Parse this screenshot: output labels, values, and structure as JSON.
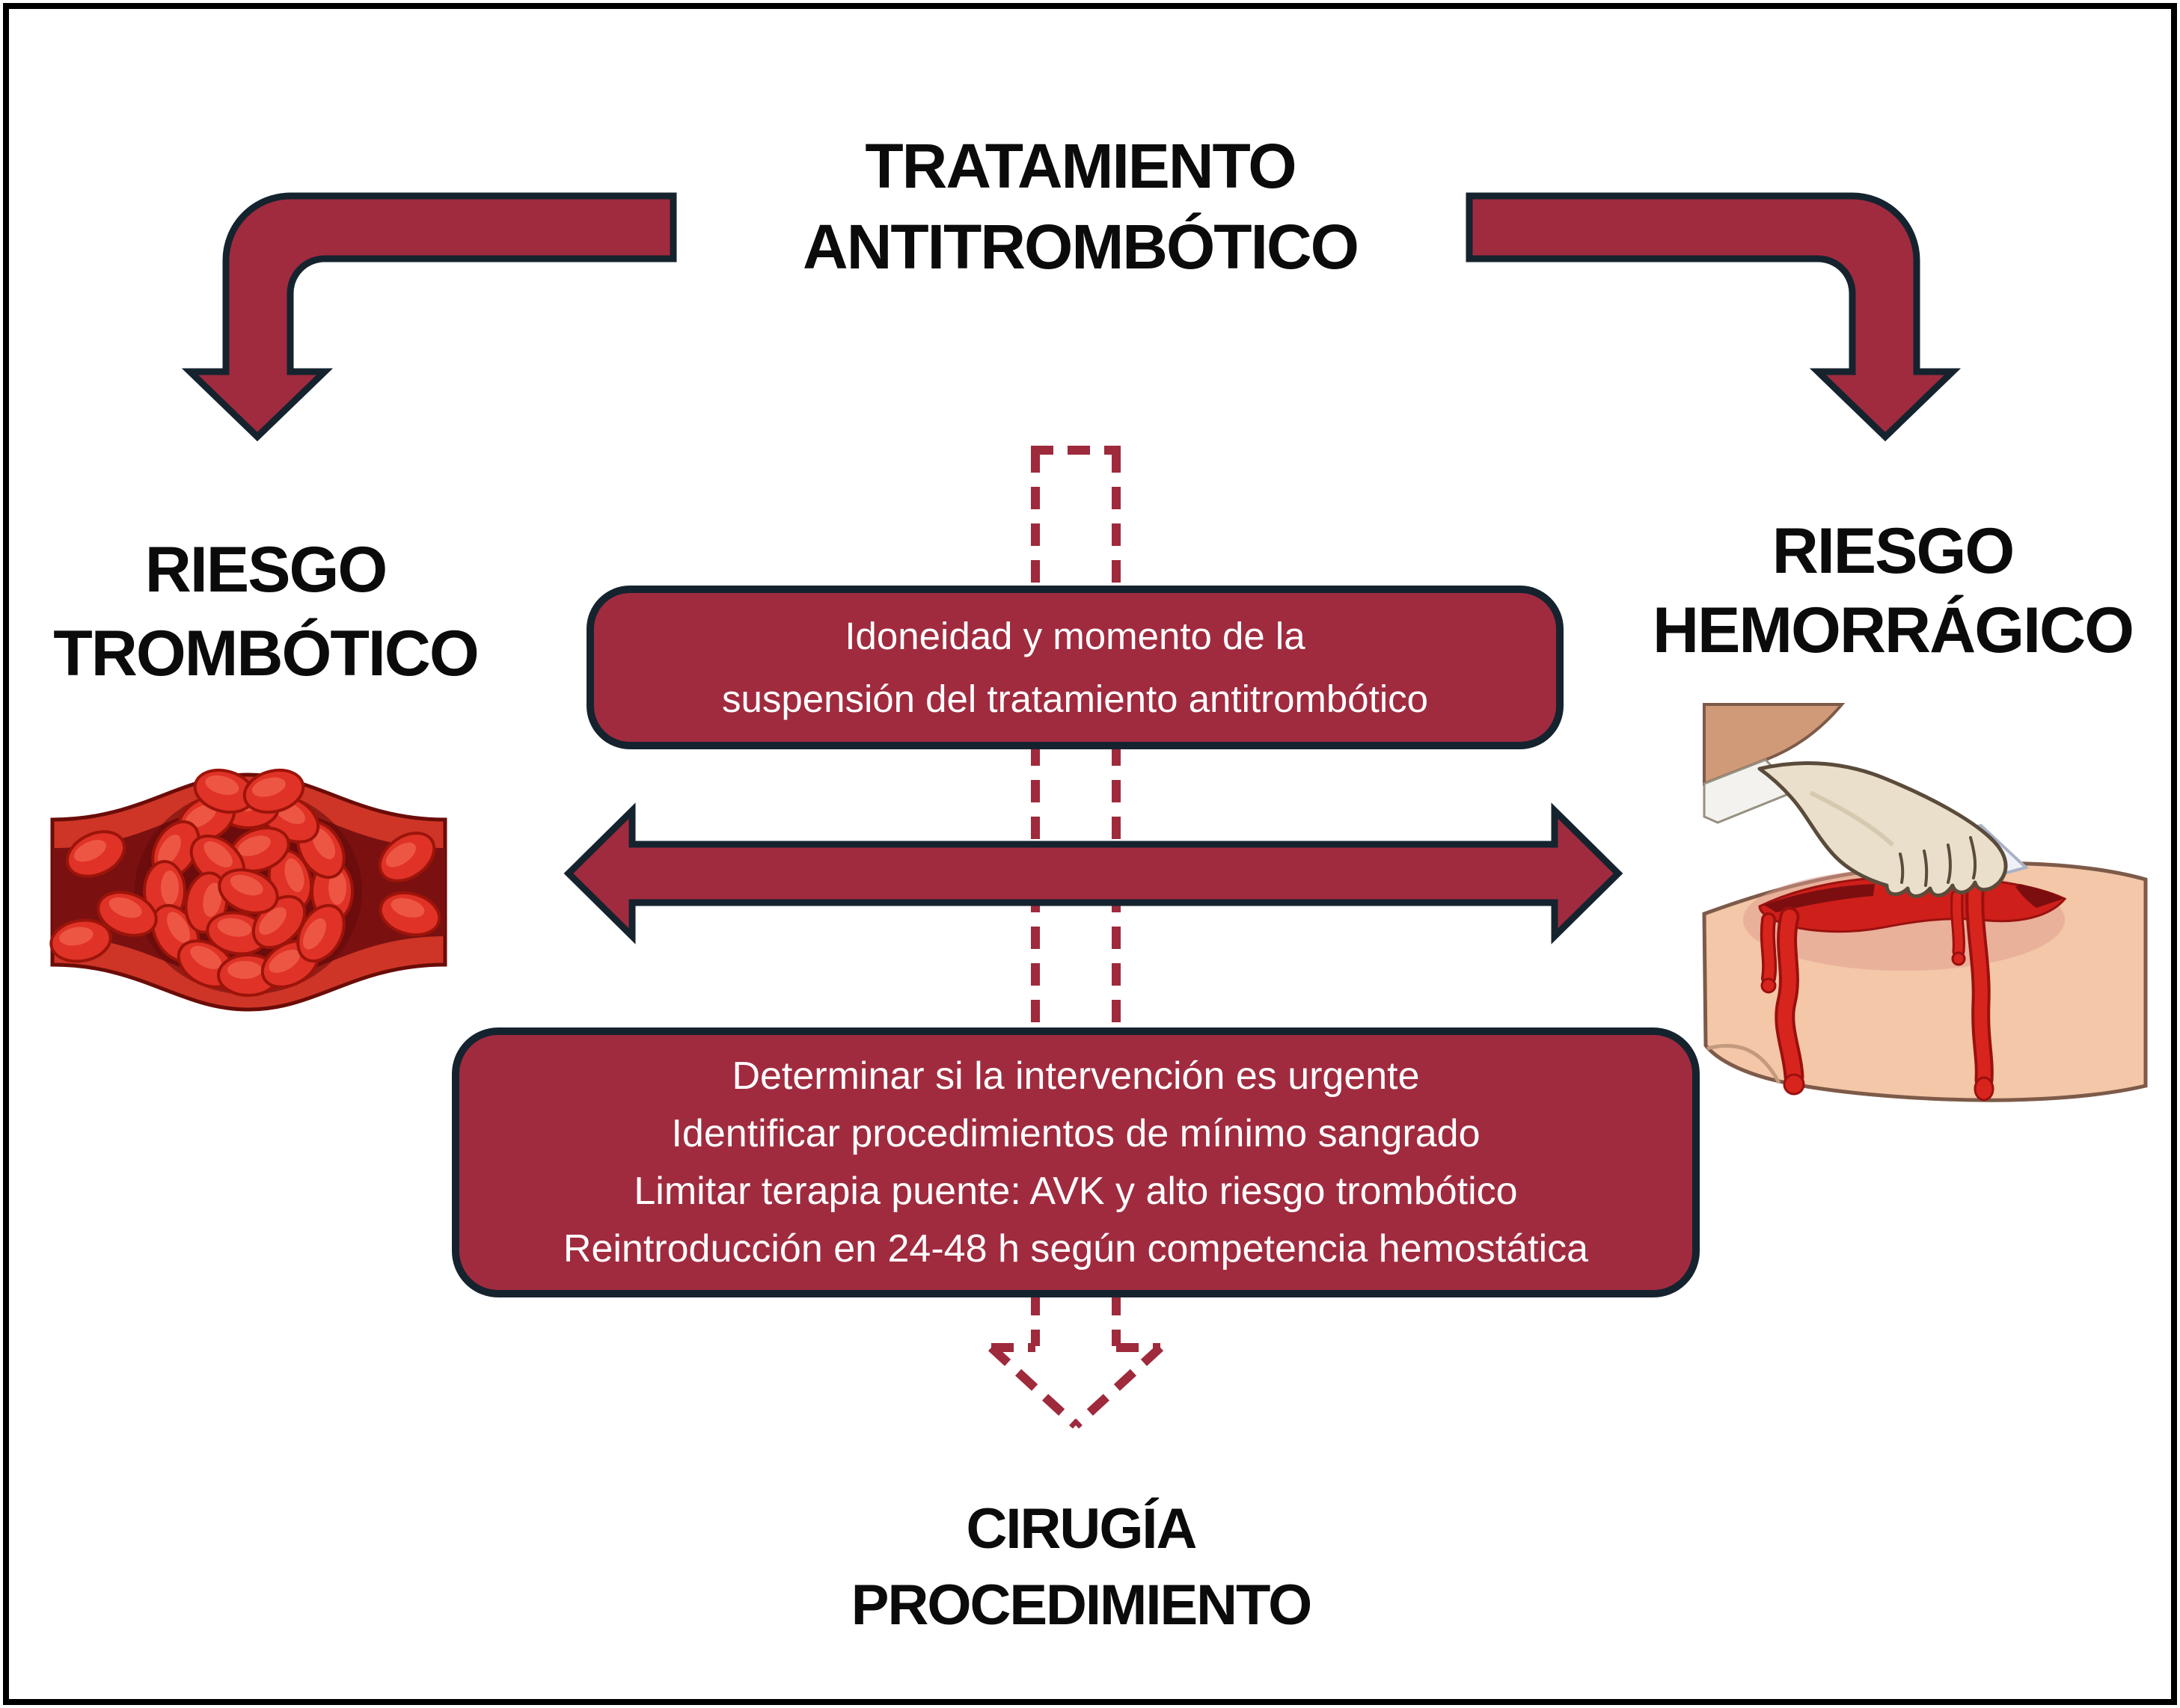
{
  "title": {
    "line1": "TRATAMIENTO",
    "line2": "ANTITROMBÓTICO"
  },
  "labels": {
    "left": {
      "line1": "RIESGO",
      "line2": "TROMBÓTICO"
    },
    "right": {
      "line1": "RIESGO",
      "line2": "HEMORRÁGICO"
    },
    "bottom": {
      "line1": "CIRUGÍA",
      "line2": "PROCEDIMIENTO"
    }
  },
  "boxes": {
    "suitability": {
      "line1": "Idoneidad y momento de la",
      "line2": "suspensión del tratamiento antitrombótico"
    },
    "strategy": {
      "line1": "Determinar si la intervención es urgente",
      "line2": "Identificar procedimientos de mínimo sangrado",
      "line3": "Limitar terapia puente: AVK y alto riesgo trombótico",
      "line4": "Reintroducción en 24-48 h según competencia hemostática"
    }
  },
  "colors": {
    "crimson": "#a02b3f",
    "dark_outline": "#15232e",
    "dashed_red": "#9e2a3c",
    "frame_black": "#000000",
    "text_black": "#0b0b0b",
    "box_text_white": "#ffffff"
  },
  "illustrations": {
    "left_name": "blood-clot-in-vessel",
    "right_name": "gloved-hand-compressing-bleeding-wound"
  }
}
